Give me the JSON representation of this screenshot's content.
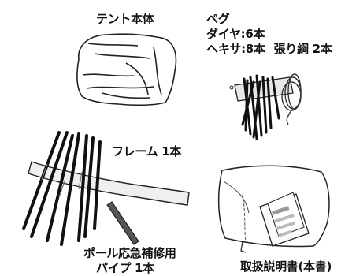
{
  "items": {
    "tent_body": {
      "label": "テント本体"
    },
    "pegs": {
      "title": "ペグ",
      "diamond": "ダイヤ:6本",
      "hexagon": "ヘキサ:8本",
      "guy_rope": "張り綱 2本"
    },
    "frame": {
      "label": "フレーム 1本"
    },
    "repair_pipe": {
      "line1": "ポール応急補修用",
      "line2": "パイプ 1本"
    },
    "manual": {
      "label": "取扱説明書(本書)"
    }
  }
}
